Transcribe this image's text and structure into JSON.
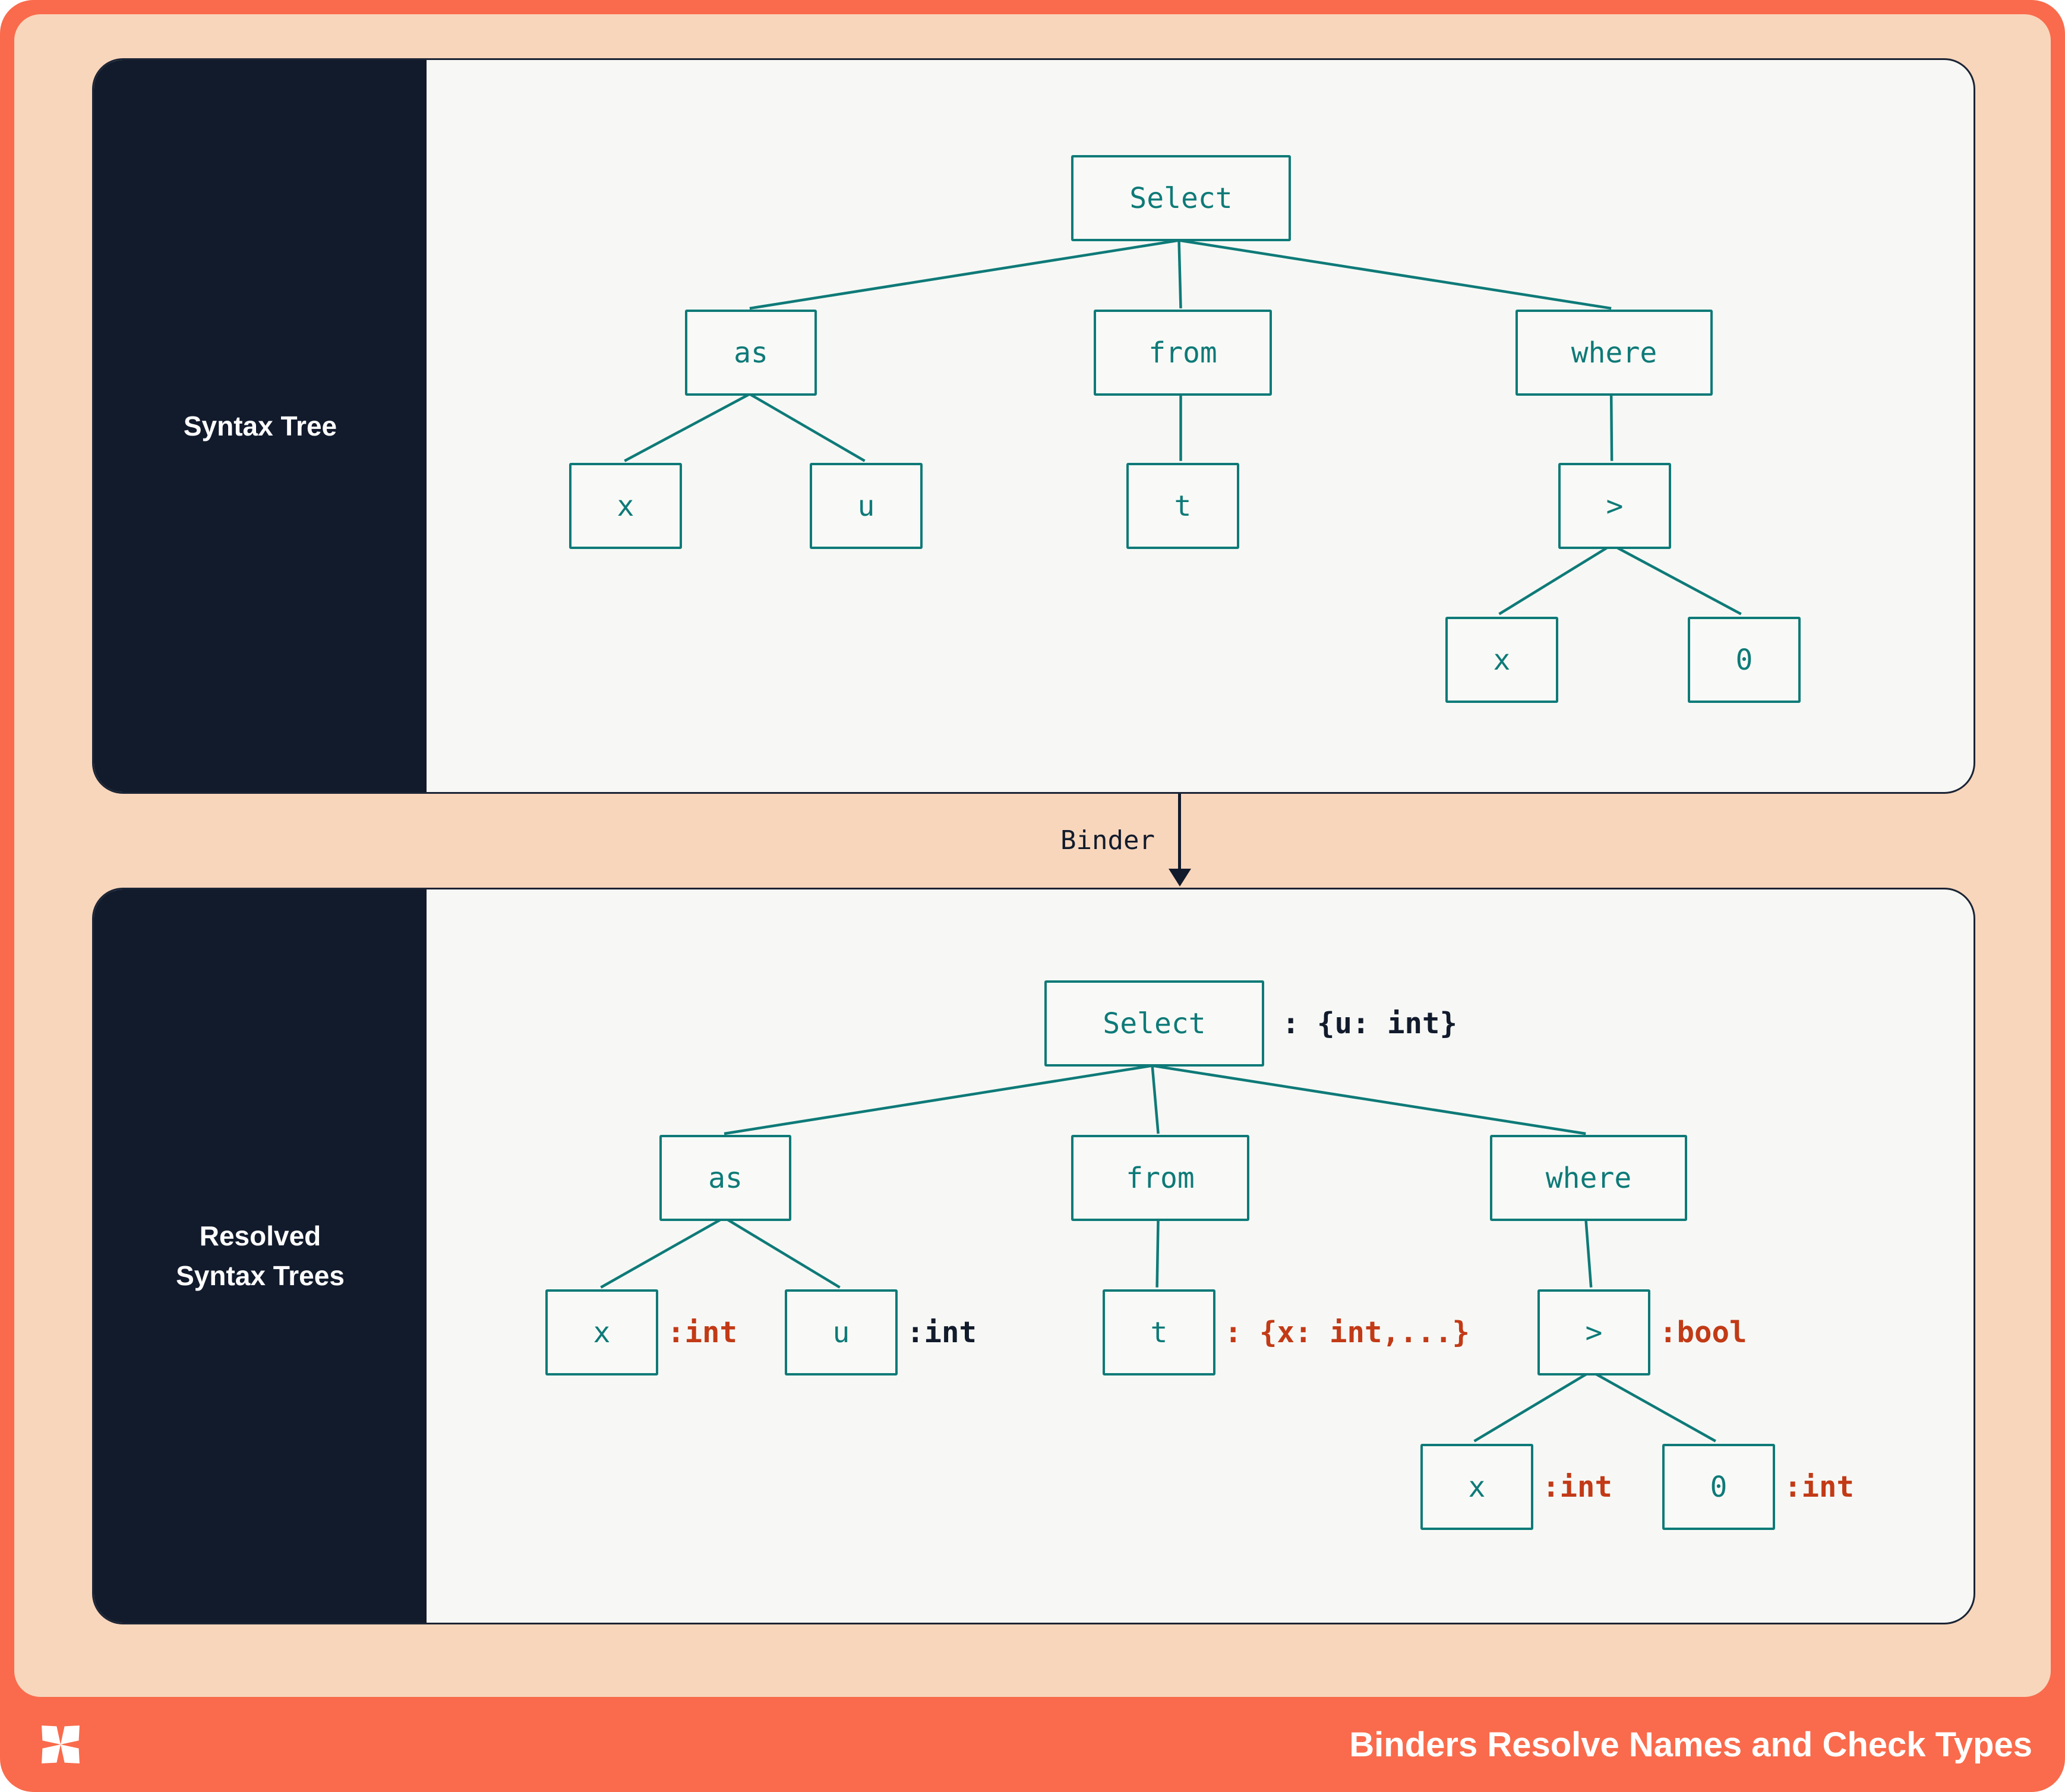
{
  "panel1": {
    "sidebar_label": "Syntax Tree",
    "nodes": [
      {
        "label": "Select"
      },
      {
        "label": "as"
      },
      {
        "label": "from"
      },
      {
        "label": "where"
      },
      {
        "label": "x"
      },
      {
        "label": "u"
      },
      {
        "label": "t"
      },
      {
        "label": ">"
      },
      {
        "label": "x"
      },
      {
        "label": "0"
      }
    ]
  },
  "binder": {
    "label": "Binder"
  },
  "panel2": {
    "sidebar_label": "Resolved\nSyntax Trees",
    "nodes": [
      {
        "label": "Select",
        "annotation": ": {u: int}",
        "annotation_color": "#121b2c"
      },
      {
        "label": "as"
      },
      {
        "label": "from"
      },
      {
        "label": "where"
      },
      {
        "label": "x",
        "annotation": ":int",
        "annotation_color": "#c23a16"
      },
      {
        "label": "u",
        "annotation": ":int",
        "annotation_color": "#121b2c"
      },
      {
        "label": "t",
        "annotation": ": {x: int,...}",
        "annotation_color": "#c23a16"
      },
      {
        "label": ">",
        "annotation": ":bool",
        "annotation_color": "#c23a16"
      },
      {
        "label": "x",
        "annotation": ":int",
        "annotation_color": "#c23a16"
      },
      {
        "label": "0",
        "annotation": ":int",
        "annotation_color": "#c23a16"
      }
    ]
  },
  "footer": {
    "title": "Binders Resolve Names and Check Types"
  },
  "colors": {
    "frame": "#f96b4c",
    "background": "#f8d6bc",
    "panel_background": "#f7f8f5",
    "sidebar_background": "#121b2c",
    "node_border": "#0e7a78",
    "node_text": "#0e7a78",
    "annotation_red": "#c23a16",
    "annotation_dark": "#121b2c",
    "footer_text": "#ffffff"
  }
}
